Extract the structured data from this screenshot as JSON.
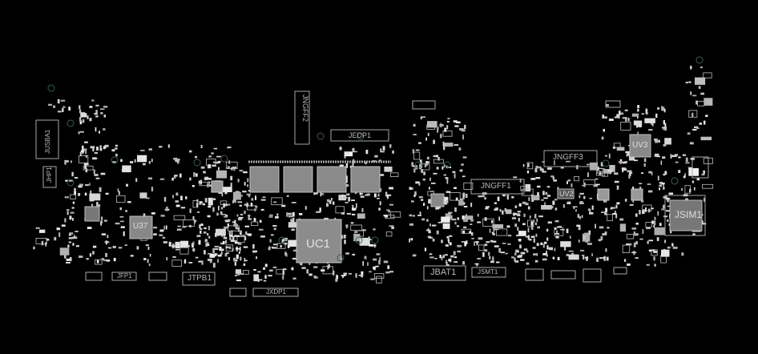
{
  "board": {
    "background": "#000000",
    "trace_color": "#d0d0d0",
    "chip_color": "#8c8c8c",
    "labels": {
      "uc1": "UC1",
      "u37": "U37",
      "uv3": "UV3",
      "uv2": "UV2",
      "usim1": "JSIM1",
      "jedp1": "JEDP1",
      "jngff2": "JNGFF2",
      "jngff3": "JNGFF3",
      "jngff1": "JNGFF1",
      "jusba1": "JUSBA1",
      "jhp1": "JHP1",
      "jfp1": "JFP1",
      "jtpb1": "JTPB1",
      "jxdp1": "JXDP1",
      "jbat1": "JBAT1",
      "jsmt1": "JSMT1"
    }
  }
}
